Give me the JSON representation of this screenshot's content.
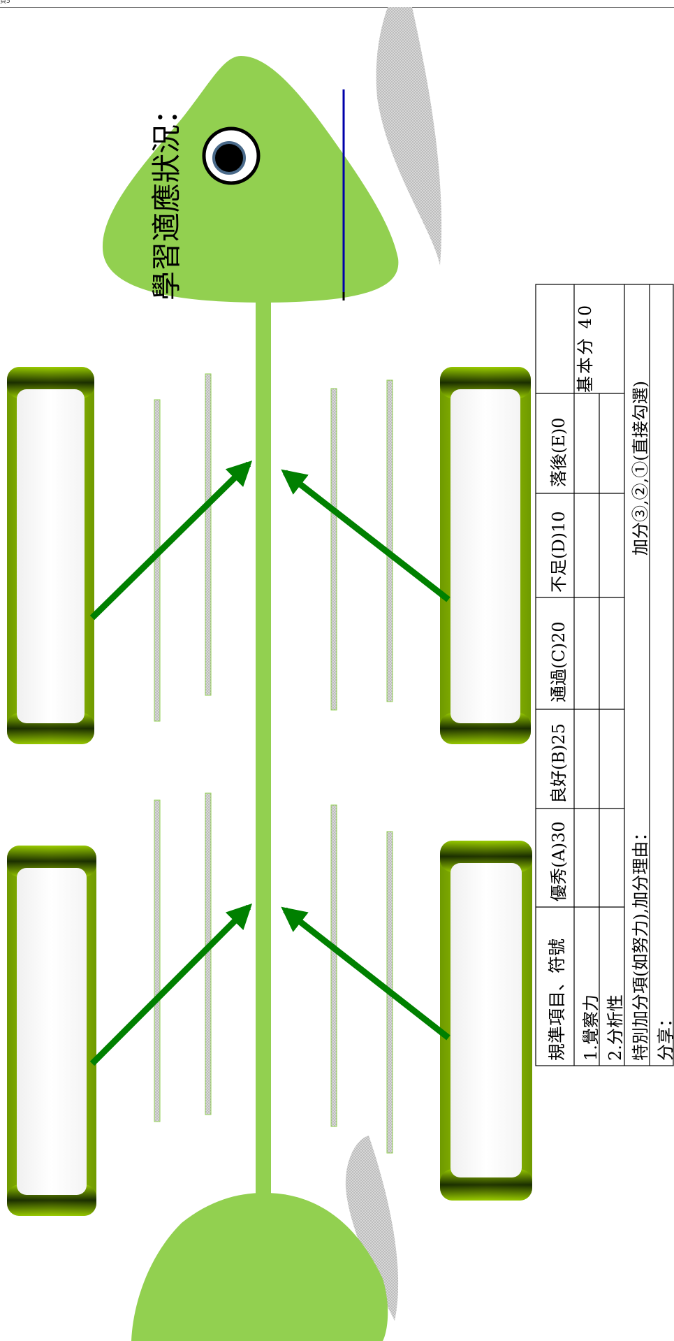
{
  "header": {
    "label": "頁5"
  },
  "title": "學習適應狀況：",
  "table": {
    "headers": [
      "規準項目、符號",
      "優秀(A)30",
      "良好(B)25",
      "通過(C)20",
      "不足(D)10",
      "落後(E)0",
      "基本分 40"
    ],
    "rows": [
      {
        "label": "1.覺察力"
      },
      {
        "label": "2.分析性"
      }
    ],
    "bonus_label": "特別加分項(如努力),加分理由：",
    "bonus_note": "加分③,②,①(直接勾選)",
    "share_label": "分享："
  },
  "colors": {
    "fish_body": "#92d050",
    "arrow": "#008000",
    "box_frame": "#99cc00",
    "fin": "#c8c8c8",
    "line": "#0000aa"
  }
}
